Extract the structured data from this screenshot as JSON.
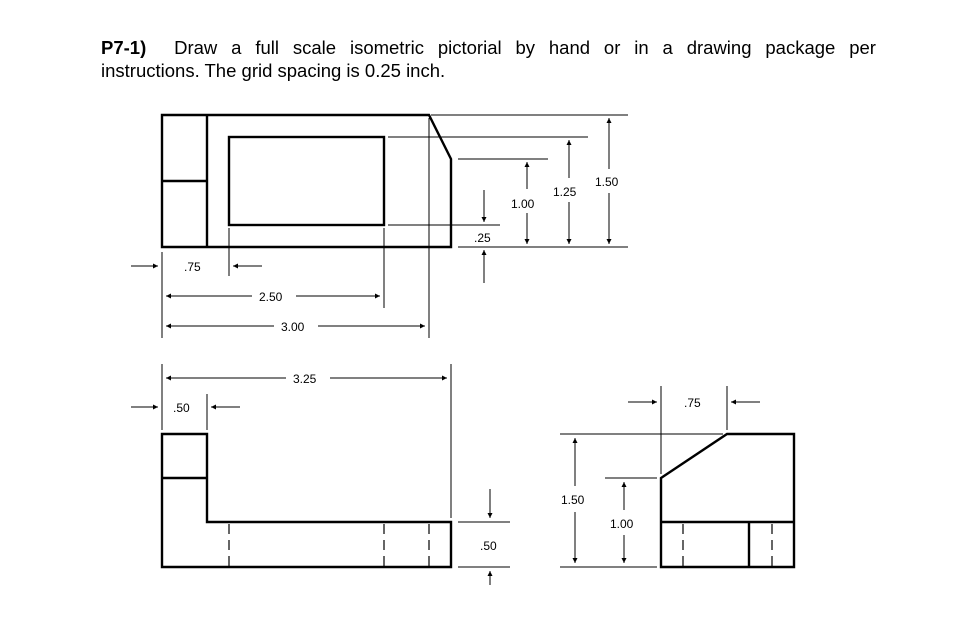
{
  "problem": {
    "number": "P7-1)",
    "words": [
      "Draw",
      "a",
      "full",
      "scale",
      "isometric",
      "pictorial",
      "by",
      "hand",
      "or",
      "in",
      "a",
      "drawing",
      "package",
      "per"
    ],
    "line2": "instructions.  The grid spacing is 0.25 inch."
  },
  "top_view": {
    "dims": {
      "d_075": ".75",
      "d_250": "2.50",
      "d_300": "3.00",
      "d_025": ".25",
      "d_100": "1.00",
      "d_125": "1.25",
      "d_150": "1.50"
    }
  },
  "front_view": {
    "dims": {
      "d_325": "3.25",
      "d_050": ".50",
      "d_050b": ".50"
    }
  },
  "side_view": {
    "dims": {
      "d_075": ".75",
      "d_150": "1.50",
      "d_100": "1.00"
    }
  }
}
